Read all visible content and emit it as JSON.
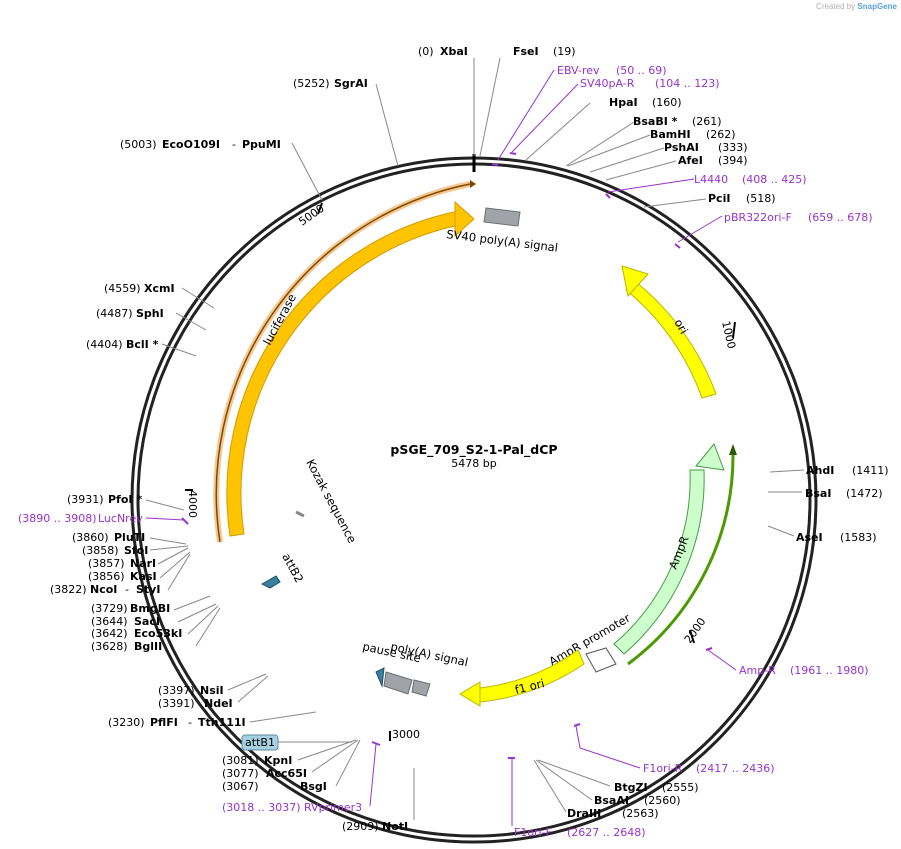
{
  "credit": {
    "prefix": "Created by",
    "brand": "SnapGene"
  },
  "plasmid": {
    "name": "pSGE_709_S2-1-Pal_dCP",
    "length": "5478 bp"
  },
  "ticks": [
    "1000",
    "2000",
    "3000",
    "4000",
    "5000"
  ],
  "features": {
    "sv40_polya": "SV40 poly(A) signal",
    "ori": "ori",
    "luciferase": "luciferase",
    "kozak": "Kozak sequence",
    "attb2": "attB2",
    "ampr": "AmpR",
    "ampr_promoter": "AmpR promoter",
    "f1_ori": "f1 ori",
    "polya_signal": "poly(A) signal",
    "pause_site": "pause site",
    "attb1": "attB1"
  },
  "sites": {
    "xbai": {
      "pos": "(0)",
      "name": "XbaI"
    },
    "fsei": {
      "pos": "(19)",
      "name": "FseI"
    },
    "hpai": {
      "pos": "(160)",
      "name": "HpaI"
    },
    "bsabi": {
      "pos": "(261)",
      "name": "BsaBI *"
    },
    "bamhi": {
      "pos": "(262)",
      "name": "BamHI"
    },
    "pshai": {
      "pos": "(333)",
      "name": "PshAI"
    },
    "afei": {
      "pos": "(394)",
      "name": "AfeI"
    },
    "pcii": {
      "pos": "(518)",
      "name": "PciI"
    },
    "ahdi": {
      "pos": "(1411)",
      "name": "AhdI"
    },
    "bsai": {
      "pos": "(1472)",
      "name": "BsaI"
    },
    "asei": {
      "pos": "(1583)",
      "name": "AseI"
    },
    "btgzi": {
      "pos": "(2555)",
      "name": "BtgZI"
    },
    "bsaai": {
      "pos": "(2560)",
      "name": "BsaAI"
    },
    "draiii": {
      "pos": "(2563)",
      "name": "DraIII"
    },
    "noti": {
      "pos": "(2909)",
      "name": "NotI"
    },
    "bsgi": {
      "pos": "(3067)",
      "name": "BsgI"
    },
    "acc65i": {
      "pos": "(3077)",
      "name": "Acc65I"
    },
    "kpni": {
      "pos": "(3081)",
      "name": "KpnI"
    },
    "pflfi": {
      "pos": "(3230)",
      "name": "PflFI",
      "alt": "Tth111I"
    },
    "ndei": {
      "pos": "(3391)",
      "name": "NdeI"
    },
    "nsii": {
      "pos": "(3397)",
      "name": "NsiI"
    },
    "bglii": {
      "pos": "(3628)",
      "name": "BglII"
    },
    "eco53ki": {
      "pos": "(3642)",
      "name": "Eco53kI"
    },
    "saci": {
      "pos": "(3644)",
      "name": "SacI"
    },
    "bmgbi": {
      "pos": "(3729)",
      "name": "BmgBI"
    },
    "ncoi": {
      "pos": "(3822)",
      "name": "NcoI",
      "alt": "StyI"
    },
    "kasi": {
      "pos": "(3856)",
      "name": "KasI"
    },
    "nari": {
      "pos": "(3857)",
      "name": "NarI"
    },
    "sfoi": {
      "pos": "(3858)",
      "name": "SfoI"
    },
    "pluti": {
      "pos": "(3860)",
      "name": "PluTI"
    },
    "pfoi": {
      "pos": "(3931)",
      "name": "PfoI *"
    },
    "bcli": {
      "pos": "(4404)",
      "name": "BclI *"
    },
    "sphi": {
      "pos": "(4487)",
      "name": "SphI"
    },
    "xcmi": {
      "pos": "(4559)",
      "name": "XcmI"
    },
    "eco0109i": {
      "pos": "(5003)",
      "name": "EcoO109I",
      "alt": "PpuMI"
    },
    "sgrai": {
      "pos": "(5252)",
      "name": "SgrAI"
    }
  },
  "primers": {
    "ebv_rev": {
      "name": "EBV-rev",
      "range": "(50 .. 69)"
    },
    "sv40pa_r": {
      "name": "SV40pA-R",
      "range": "(104 .. 123)"
    },
    "l4440": {
      "name": "L4440",
      "range": "(408 .. 425)"
    },
    "pbr322ori_f": {
      "name": "pBR322ori-F",
      "range": "(659 .. 678)"
    },
    "amp_r": {
      "name": "Amp-R",
      "range": "(1961 .. 1980)"
    },
    "f1ori_r": {
      "name": "F1ori-R",
      "range": "(2417 .. 2436)"
    },
    "f1ori_f": {
      "name": "F1ori-F",
      "range": "(2627 .. 2648)"
    },
    "rvprimer3": {
      "name": "RVprimer3",
      "range": "(3018 .. 3037)"
    },
    "lucnrev": {
      "name": "LucNrev",
      "range": "(3890 .. 3908)"
    }
  },
  "colors": {
    "luciferase": "#ffc400",
    "ori": "#ffff00",
    "ampr": "#ccffcc",
    "primer": "#9933cc",
    "attb": "#a8d1e0",
    "terminator": "#a0a4a8"
  }
}
